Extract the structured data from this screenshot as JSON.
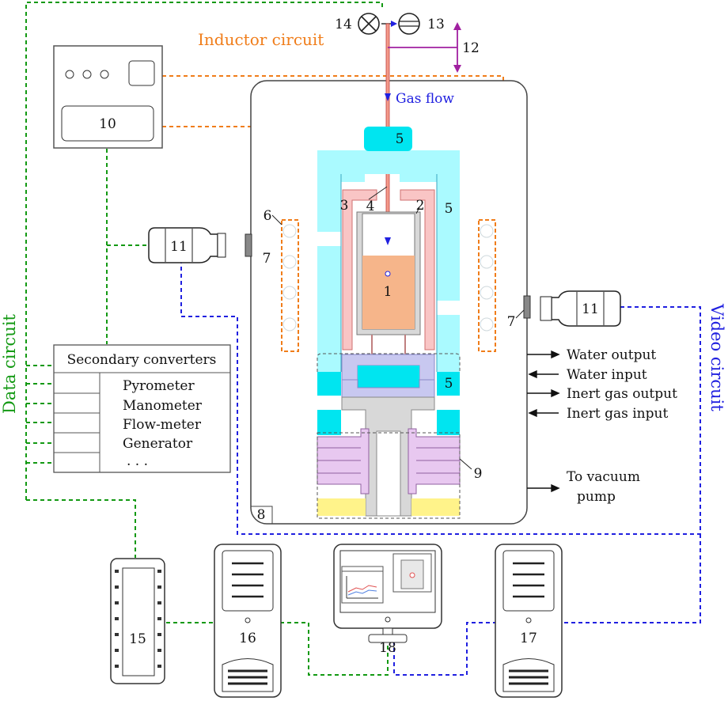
{
  "circuits": {
    "inductor": "Inductor circuit",
    "data": "Data circuit",
    "video": "Video circuit"
  },
  "labels": {
    "gas_flow": "Gas flow",
    "water_output": "Water output",
    "water_input": "Water input",
    "inert_gas_output": "Inert gas output",
    "inert_gas_input": "Inert gas input",
    "vacuum_line1": "To vacuum",
    "vacuum_line2": "pump"
  },
  "converters": {
    "title": "Secondary converters",
    "items": [
      "Pyrometer",
      "Manometer",
      "Flow-meter",
      "Generator",
      ". . ."
    ]
  },
  "numbers": {
    "n1": "1",
    "n2": "2",
    "n3": "3",
    "n4": "4",
    "n5": "5",
    "n6": "6",
    "n7": "7",
    "n8": "8",
    "n9": "9",
    "n10": "10",
    "n11": "11",
    "n12": "12",
    "n13": "13",
    "n14": "14",
    "n15": "15",
    "n16": "16",
    "n17": "17",
    "n18": "18"
  },
  "colors": {
    "data_line": "#139913",
    "video_line": "#2020e0",
    "inductor_line": "#f07d1a",
    "cooling": "#00e5f0",
    "cooling_light": "#aafaff",
    "crucible": "#f6b58a",
    "holder": "#f9c5c5",
    "insulation": "#e8c8f0",
    "base": "#fff38a",
    "valve_purple": "#a020a0"
  }
}
